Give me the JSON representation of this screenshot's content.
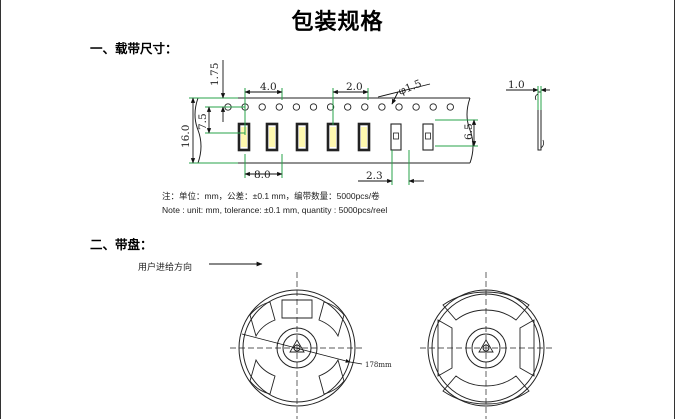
{
  "page": {
    "title": "包装规格",
    "section1": "一、载带尺寸：",
    "section2": "二、带盘："
  },
  "tape": {
    "dims": {
      "pitch_top": "4.0",
      "hole_offset": "2.0",
      "hole_dia": "φ1.5",
      "thickness": "1.0",
      "edge_offset": "1.75",
      "pocket_center": "7.5",
      "tape_width": "16.0",
      "pocket_pitch": "8.0",
      "pocket_width": "2.3",
      "pocket_length": "6.5"
    },
    "note_cn": "注：单位：mm，公差：±0.1 mm，编带数量：5000pcs/卷",
    "note_en": "Note :   unit: mm, tolerance:  ±0.1 mm, quantity : 5000pcs/reel",
    "led_color": "#fff9b0"
  },
  "reel": {
    "feed_direction": "用户进给方向",
    "diameter": "178mm"
  }
}
